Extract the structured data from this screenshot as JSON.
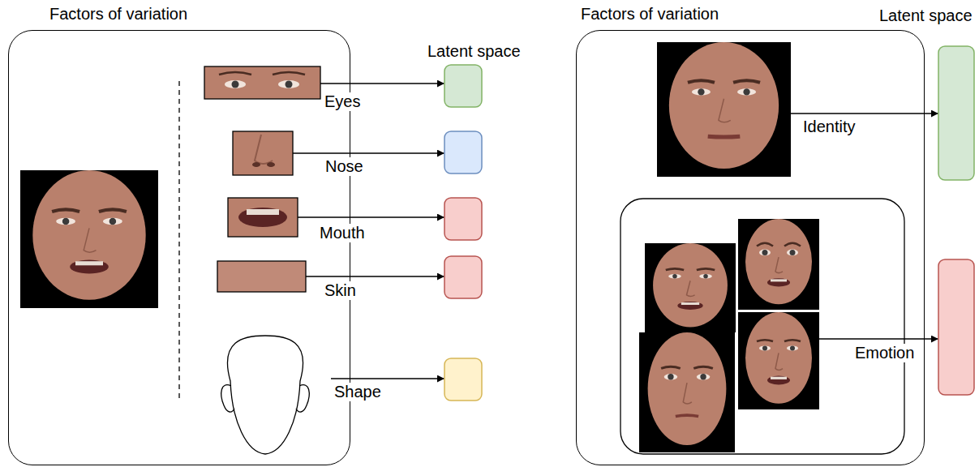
{
  "diagram": {
    "nodes": [
      {
        "text": [
          "Factors of variation"
        ]
      },
      {
        "text": [
          "Factors of variation"
        ]
      }
    ],
    "labels": [
      "Latent space",
      "Eyes",
      "Nose",
      "Mouth",
      "Skin",
      "Shape",
      "Latent space",
      "Identity",
      "Emotion"
    ]
  }
}
